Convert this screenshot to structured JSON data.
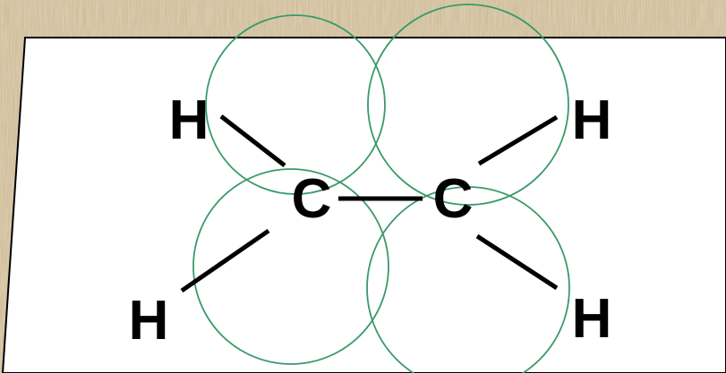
{
  "colors": {
    "background": "#c9b48c",
    "plane_fill": "#ffffff",
    "plane_stroke": "#000000",
    "orbital_stroke": "#3a9a6a",
    "bond": "#000000",
    "label": "#000000"
  },
  "atoms": {
    "carbon_left": "C",
    "carbon_right": "C",
    "hydrogen_top_left": "H",
    "hydrogen_bottom_left": "H",
    "hydrogen_top_right": "H",
    "hydrogen_bottom_right": "H"
  }
}
